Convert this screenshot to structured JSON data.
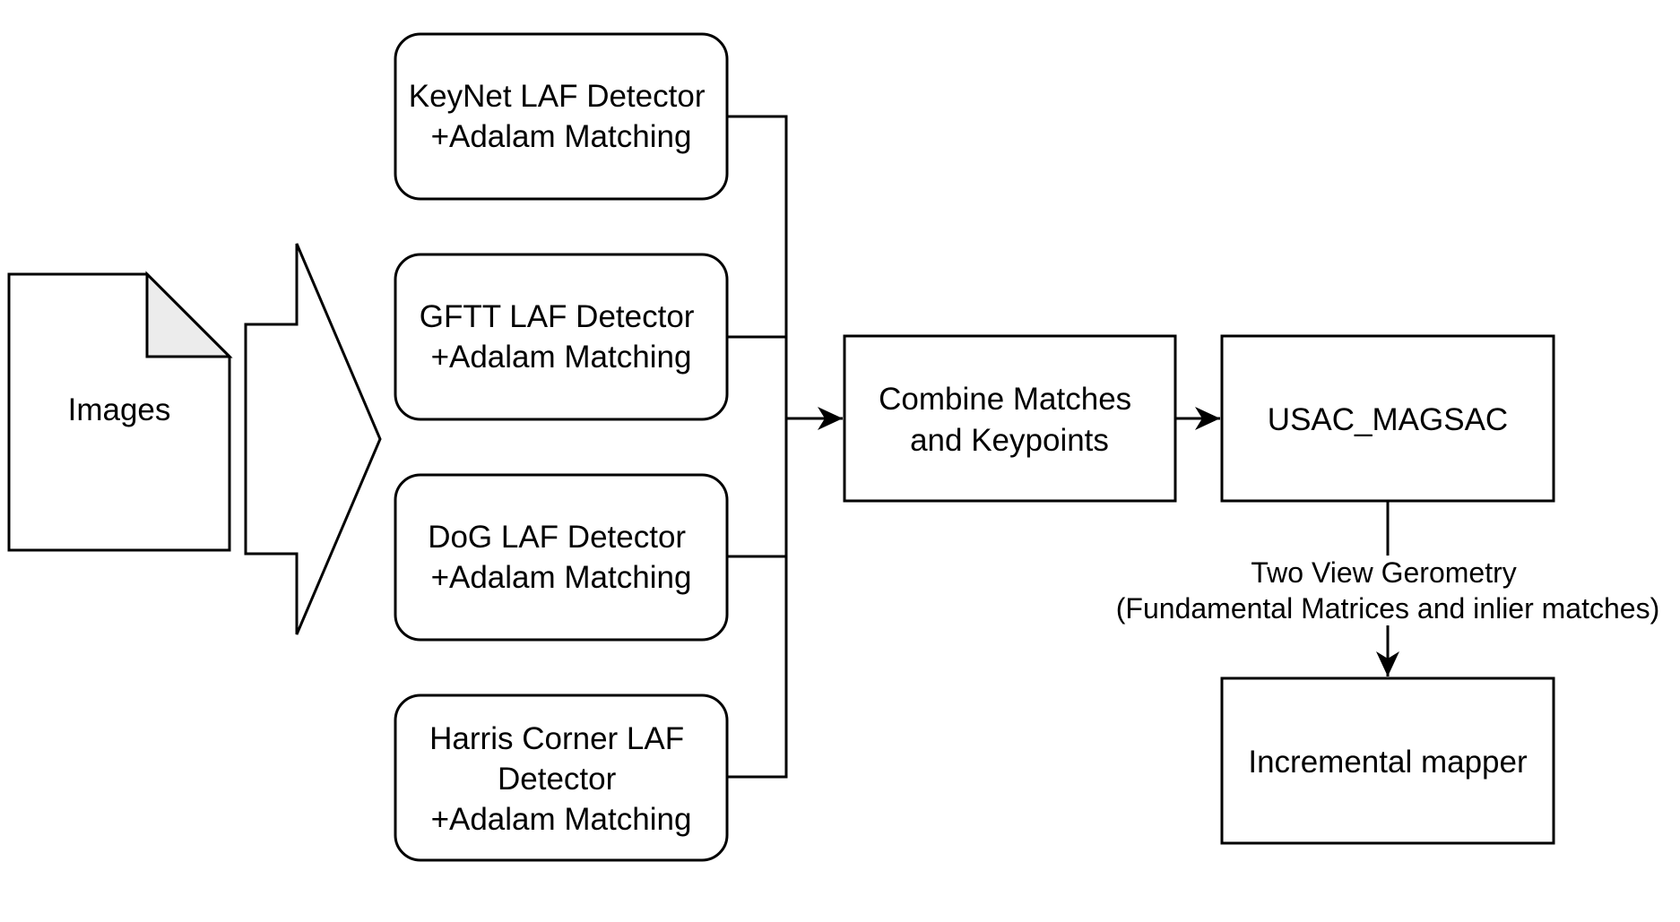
{
  "nodes": {
    "images": {
      "lines": [
        "Images"
      ]
    },
    "keynet": {
      "lines": [
        "KeyNet LAF Detector",
        "+Adalam Matching"
      ]
    },
    "gftt": {
      "lines": [
        "GFTT LAF Detector",
        "+Adalam Matching"
      ]
    },
    "dog": {
      "lines": [
        "DoG LAF Detector",
        "+Adalam Matching"
      ]
    },
    "harris": {
      "lines": [
        "Harris Corner LAF",
        "Detector",
        "+Adalam Matching"
      ]
    },
    "combine": {
      "lines": [
        "Combine Matches",
        "and Keypoints"
      ]
    },
    "usac": {
      "lines": [
        "USAC_MAGSAC"
      ]
    },
    "mapper": {
      "lines": [
        "Incremental mapper"
      ]
    }
  },
  "edges": {
    "two_view": {
      "lines": [
        "Two View Gerometry",
        "(Fundamental Matrices and inlier matches)"
      ]
    }
  },
  "colors": {
    "stroke": "#000000",
    "fill": "#ffffff",
    "fold_fill": "#ececec"
  }
}
